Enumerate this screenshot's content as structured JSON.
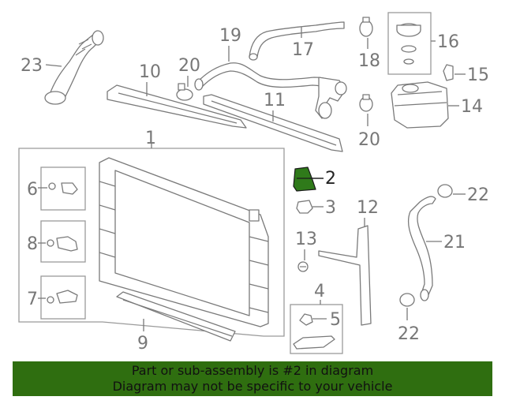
{
  "callouts": {
    "c1": "1",
    "c2": "2",
    "c3": "3",
    "c4": "4",
    "c5": "5",
    "c6": "6",
    "c7": "7",
    "c8": "8",
    "c9": "9",
    "c10": "10",
    "c11": "11",
    "c12": "12",
    "c13": "13",
    "c14": "14",
    "c15": "15",
    "c16": "16",
    "c17": "17",
    "c18": "18",
    "c19": "19",
    "c20a": "20",
    "c20b": "20",
    "c21": "21",
    "c22a": "22",
    "c22b": "22",
    "c23": "23"
  },
  "highlight": {
    "part": "2",
    "color": "#2f7a1a"
  },
  "banner": {
    "line1": "Part or sub-assembly is #2 in diagram",
    "line2": "Diagram may not be specific to your vehicle",
    "color": "#2f6e10"
  }
}
